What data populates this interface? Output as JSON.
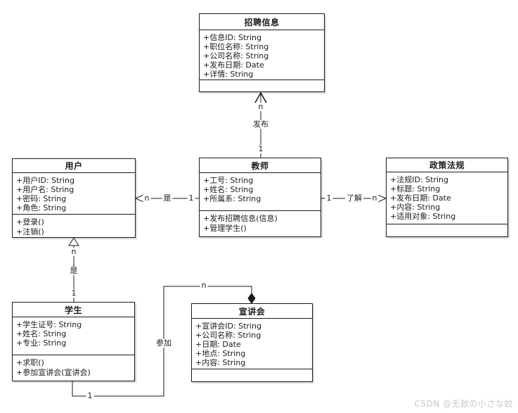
{
  "watermark": "CSDN @无敌の小さな蚊",
  "diagram": {
    "classes": [
      {
        "id": "recruit_info",
        "title": "招聘信息",
        "attributes": [
          "+信息ID: String",
          "+职位名称: String",
          "+公司名称: String",
          "+发布日期: Date",
          "+详情: String"
        ],
        "methods": []
      },
      {
        "id": "user",
        "title": "用户",
        "attributes": [
          "+用户ID: String",
          "+用户名: String",
          "+密码: String",
          "+角色: String"
        ],
        "methods": [
          "+登录()",
          "+注销()"
        ]
      },
      {
        "id": "teacher",
        "title": "教师",
        "attributes": [
          "+工号: String",
          "+姓名: String",
          "+所属系: String"
        ],
        "methods": [
          "+发布招聘信息(信息)",
          "+管理学生()"
        ]
      },
      {
        "id": "policy",
        "title": "政策法规",
        "attributes": [
          "+法规ID: String",
          "+标题: String",
          "+发布日期: Date",
          "+内容: String",
          "+适用对象: String"
        ],
        "methods": []
      },
      {
        "id": "student",
        "title": "学生",
        "attributes": [
          "+学生证号: String",
          "+姓名: String",
          "+专业: String"
        ],
        "methods": [
          "+求职()",
          "+参加宣讲会(宣讲会)"
        ]
      },
      {
        "id": "session",
        "title": "宣讲会",
        "attributes": [
          "+宣讲会ID: String",
          "+公司名称: String",
          "+日期: Date",
          "+地点: String",
          "+内容: String"
        ],
        "methods": []
      }
    ],
    "relations": [
      {
        "label": "发布",
        "source": "教师",
        "target": "招聘信息",
        "source_card": "1",
        "target_card": "n",
        "arrow": "open"
      },
      {
        "label": "是",
        "source": "教师",
        "target": "用户",
        "source_card": "1",
        "target_card": "n",
        "arrow": "triangle"
      },
      {
        "label": "了解",
        "source": "教师",
        "target": "政策法规",
        "source_card": "1",
        "target_card": "n",
        "arrow": "triangle"
      },
      {
        "label": "是",
        "source": "学生",
        "target": "用户",
        "source_card": "1",
        "target_card": "n",
        "arrow": "triangle"
      },
      {
        "label": "参加",
        "source": "学生",
        "target": "宣讲会",
        "source_card": "1",
        "target_card": "n",
        "arrow": "diamond"
      }
    ],
    "colors": {
      "stroke": "#1b1b1b",
      "fill": "#ffffff",
      "watermark": "#c9c9c9"
    }
  }
}
